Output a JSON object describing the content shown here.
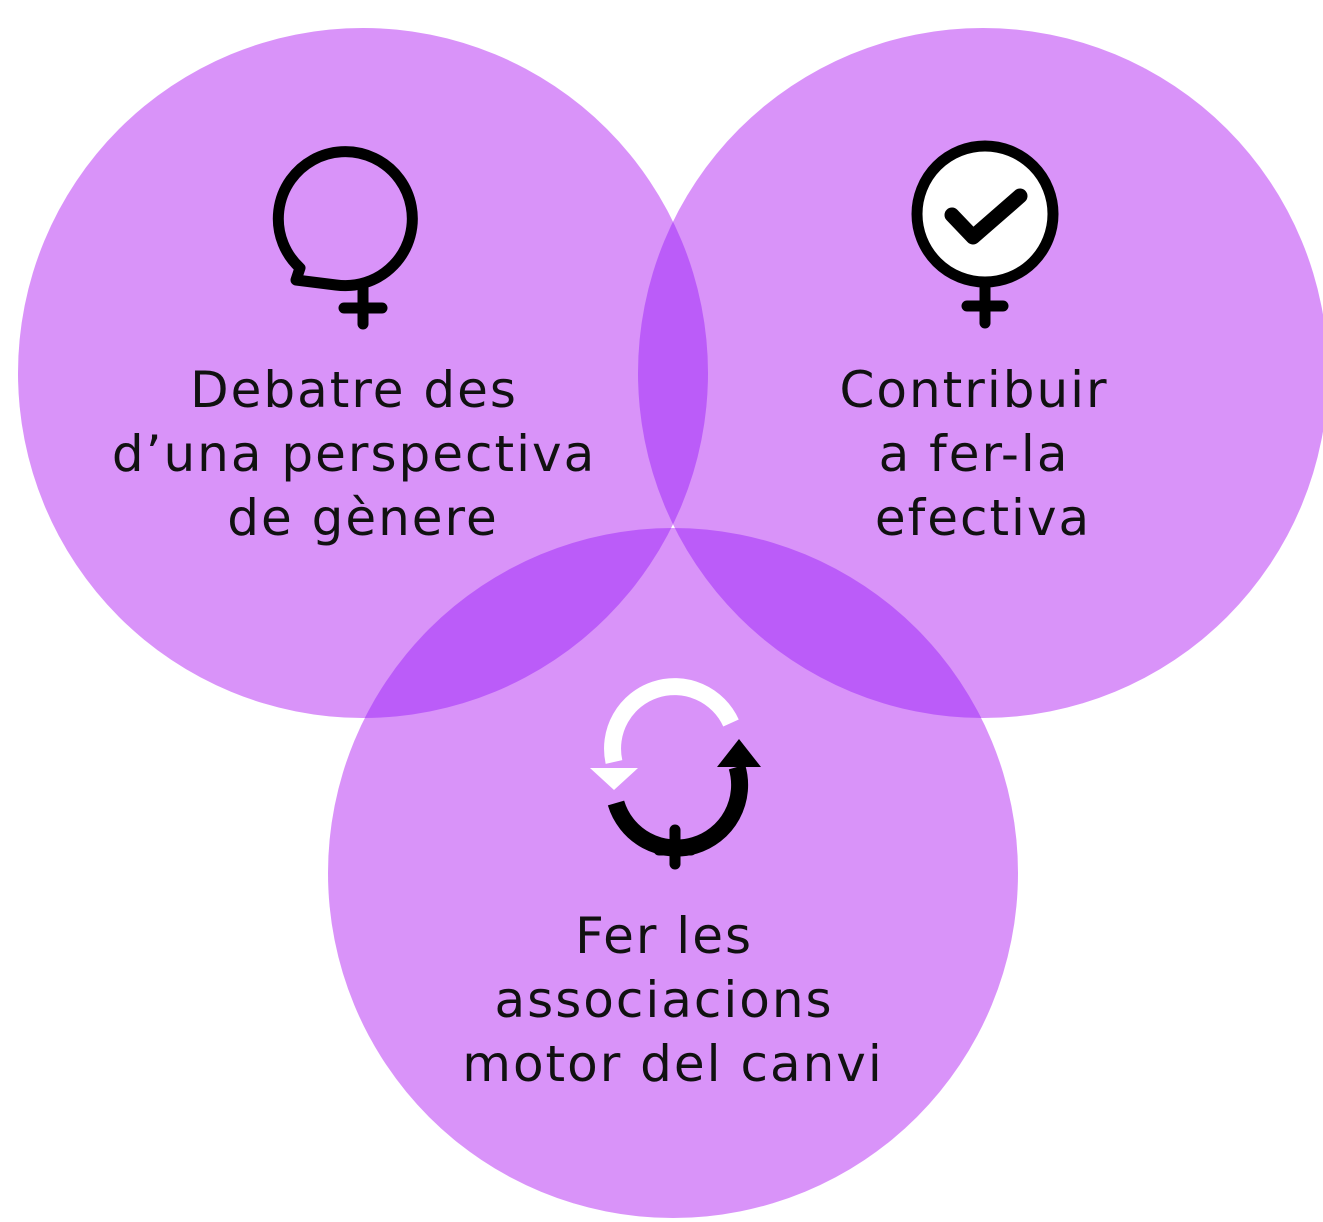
{
  "diagram": {
    "colors": {
      "circle_fill": "#d993f9",
      "overlap_fill": "#bb5cf9",
      "icon_stroke": "#000000",
      "icon_light": "#ffffff",
      "text": "#111111"
    },
    "circles": [
      {
        "id": "debate",
        "icon": "speech-bubble-venus-icon",
        "lines": [
          "Debatre des",
          "d’una perspectiva",
          "de gènere"
        ]
      },
      {
        "id": "contribute",
        "icon": "check-venus-icon",
        "lines": [
          "Contribuir",
          "a fer-la",
          "efectiva"
        ]
      },
      {
        "id": "associations",
        "icon": "cycle-arrows-venus-icon",
        "lines": [
          "Fer les",
          "associacions",
          "motor del canvi"
        ]
      }
    ]
  }
}
